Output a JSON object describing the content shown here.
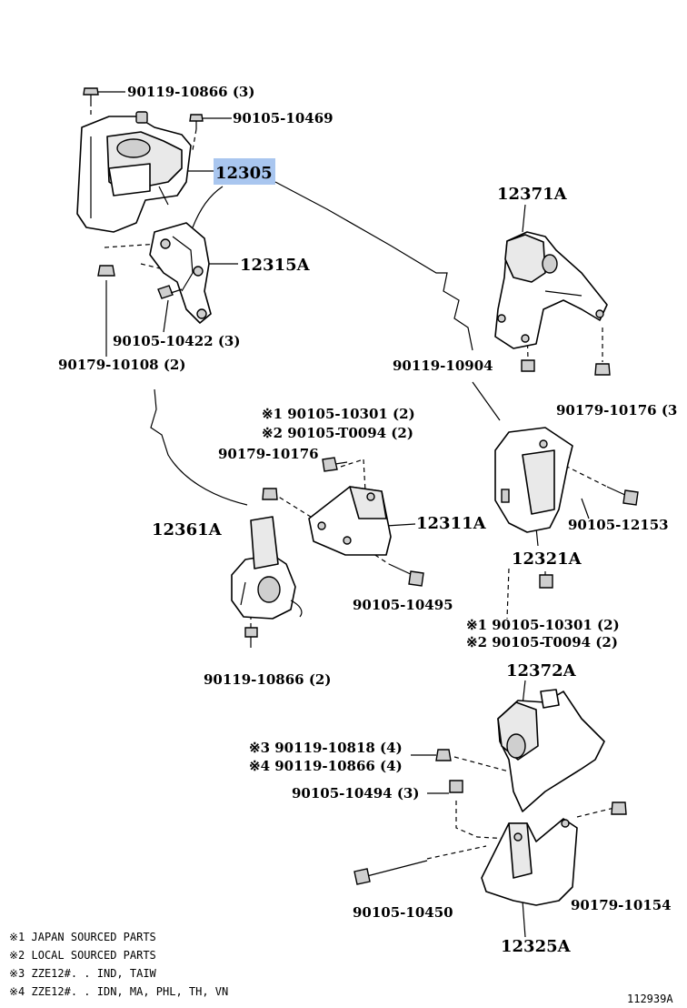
{
  "callouts": {
    "c1": "90119-10866 (3)",
    "c2": "90105-10469",
    "c3": "12305",
    "c4": "12315A",
    "c5": "90105-10422 (3)",
    "c6": "90179-10108 (2)",
    "c7": "12371A",
    "c8": "90119-10904",
    "c9": "90179-10176 (3",
    "c10a": "※1 90105-10301 (2)",
    "c10b": "※2 90105-T0094 (2)",
    "c11": "90179-10176",
    "c12": "12361A",
    "c13": "12311A",
    "c14": "90105-12153",
    "c15": "12321A",
    "c16": "90105-10495",
    "c17a": "※1 90105-10301 (2)",
    "c17b": "※2 90105-T0094 (2)",
    "c18": "90119-10866 (2)",
    "c19": "12372A",
    "c20a": "※3 90119-10818 (4)",
    "c20b": "※4 90119-10866 (4)",
    "c21": "90105-10494 (3)",
    "c22": "90105-10450",
    "c23": "90179-10154",
    "c24": "12325A"
  },
  "notes": [
    "※1  JAPAN  SOURCED  PARTS",
    "※2  LOCAL  SOURCED  PARTS",
    "※3  ZZE12#. . IND, TAIW",
    "※4  ZZE12#. . IDN, MA, PHL, TH, VN"
  ],
  "figure_id": "112939A",
  "highlight_color": "#a9c6ef"
}
